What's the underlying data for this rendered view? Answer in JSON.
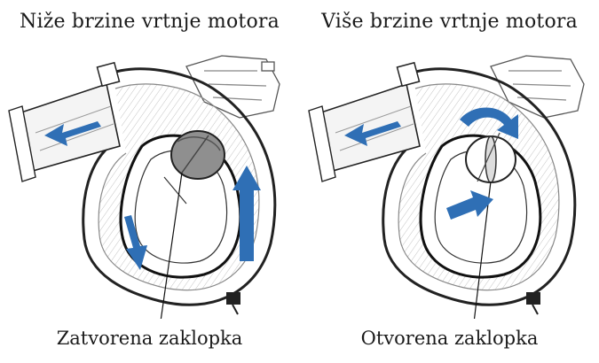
{
  "left": {
    "title": "Niže brzine vrtnje motora",
    "caption": "Zatvorena zaklopka"
  },
  "right": {
    "title": "Više brzine vrtnje motora",
    "caption": "Otvorena zaklopka"
  },
  "colors": {
    "arrow": "#2f6fb5",
    "outline": "#111111",
    "hatch": "#b9b9b9",
    "valve_closed": "#8f8f8f"
  },
  "icons": [
    "flow-arrow-icon",
    "throttle-valve-icon"
  ]
}
